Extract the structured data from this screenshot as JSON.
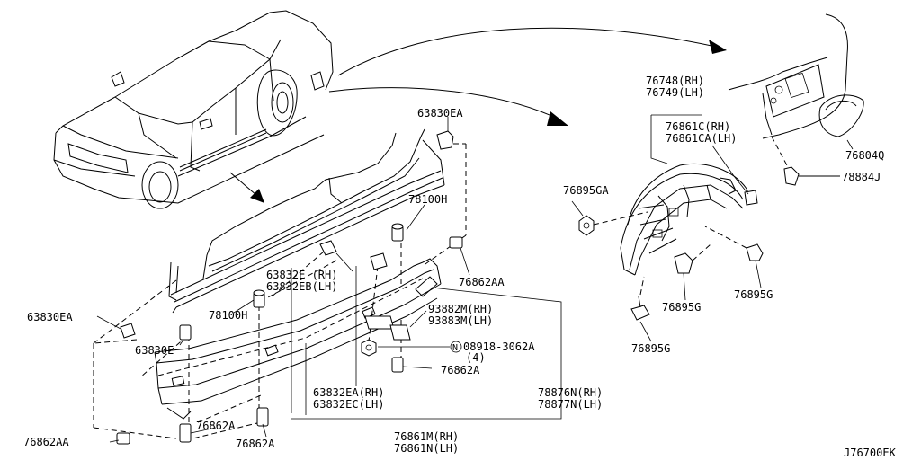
{
  "diagram_id": "J76700EK",
  "labels": {
    "p63830ea_top": "63830EA",
    "p78100h_a": "78100H",
    "p76862aa_right": "76862AA",
    "p63832e_rh": "63832E (RH)",
    "p63832eb_lh": "63832EB(LH)",
    "p78100h_b": "78100H",
    "p63830ea_left": "63830EA",
    "p63830e": "63830E",
    "p93882m_rh": "93882M(RH)",
    "p93883m_lh": "93883M(LH)",
    "p08918_nut": "08918-3062A",
    "p08918_qty": "(4)",
    "p76862a_mid": "76862A",
    "p63832ea_rh": "63832EA(RH)",
    "p63832ec_lh": "63832EC(LH)",
    "p78876n_rh": "78876N(RH)",
    "p78877n_lh": "78877N(LH)",
    "p76862aa_bottom": "76862AA",
    "p76862a_b1": "76862A",
    "p76862a_b2": "76862A",
    "p76861m_rh": "76861M(RH)",
    "p76861n_lh": "76861N(LH)",
    "p76748_rh": "76748(RH)",
    "p76749_lh": "76749(LH)",
    "p76861c_rh": "76861C(RH)",
    "p76861ca_lh": "76861CA(LH)",
    "p76804q": "76804Q",
    "p78884j": "78884J",
    "p76895ga": "76895GA",
    "p76895g_a": "76895G",
    "p76895g_b": "76895G",
    "p76895g_c": "76895G"
  },
  "symbols": {
    "nut_prefix": "N"
  }
}
